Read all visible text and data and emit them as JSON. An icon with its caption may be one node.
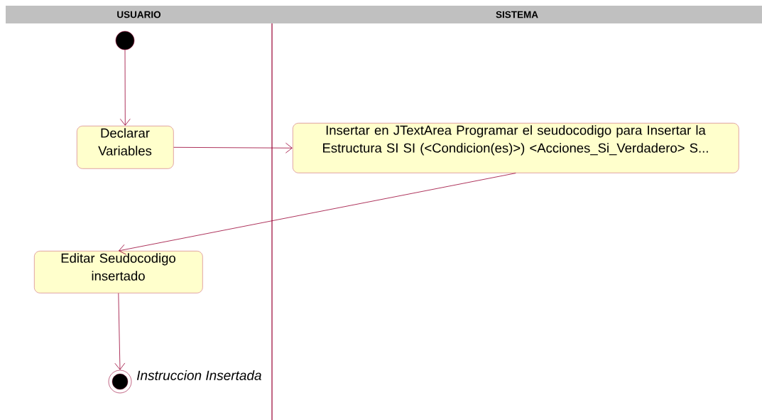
{
  "diagram": {
    "nodes": [
      {
        "text": [
          "USUARIO"
        ]
      },
      {
        "text": [
          "SISTEMA"
        ]
      },
      {
        "text": [],
        "shape": "circle"
      },
      {
        "text": [
          "Declarar Variables"
        ]
      },
      {
        "text": [
          "Insertar en JTextArea Programar el seudocodigo para Insertar la Estructura SI SI (<Condicion(es)>) <Acciones_Si_Verdadero> S..."
        ]
      },
      {
        "text": [
          "Editar Seudocodigo insertado"
        ]
      },
      {
        "text": [],
        "shape": "circle",
        "beside": [
          "Instruccion Insertada"
        ]
      }
    ],
    "edges": [
      {
        "from": 2,
        "to": 3,
        "arrow": "to"
      },
      {
        "from": 3,
        "to": 4,
        "arrow": "to"
      },
      {
        "from": 4,
        "to": 5,
        "arrow": "to"
      },
      {
        "from": 5,
        "to": 6,
        "arrow": "to"
      }
    ]
  }
}
